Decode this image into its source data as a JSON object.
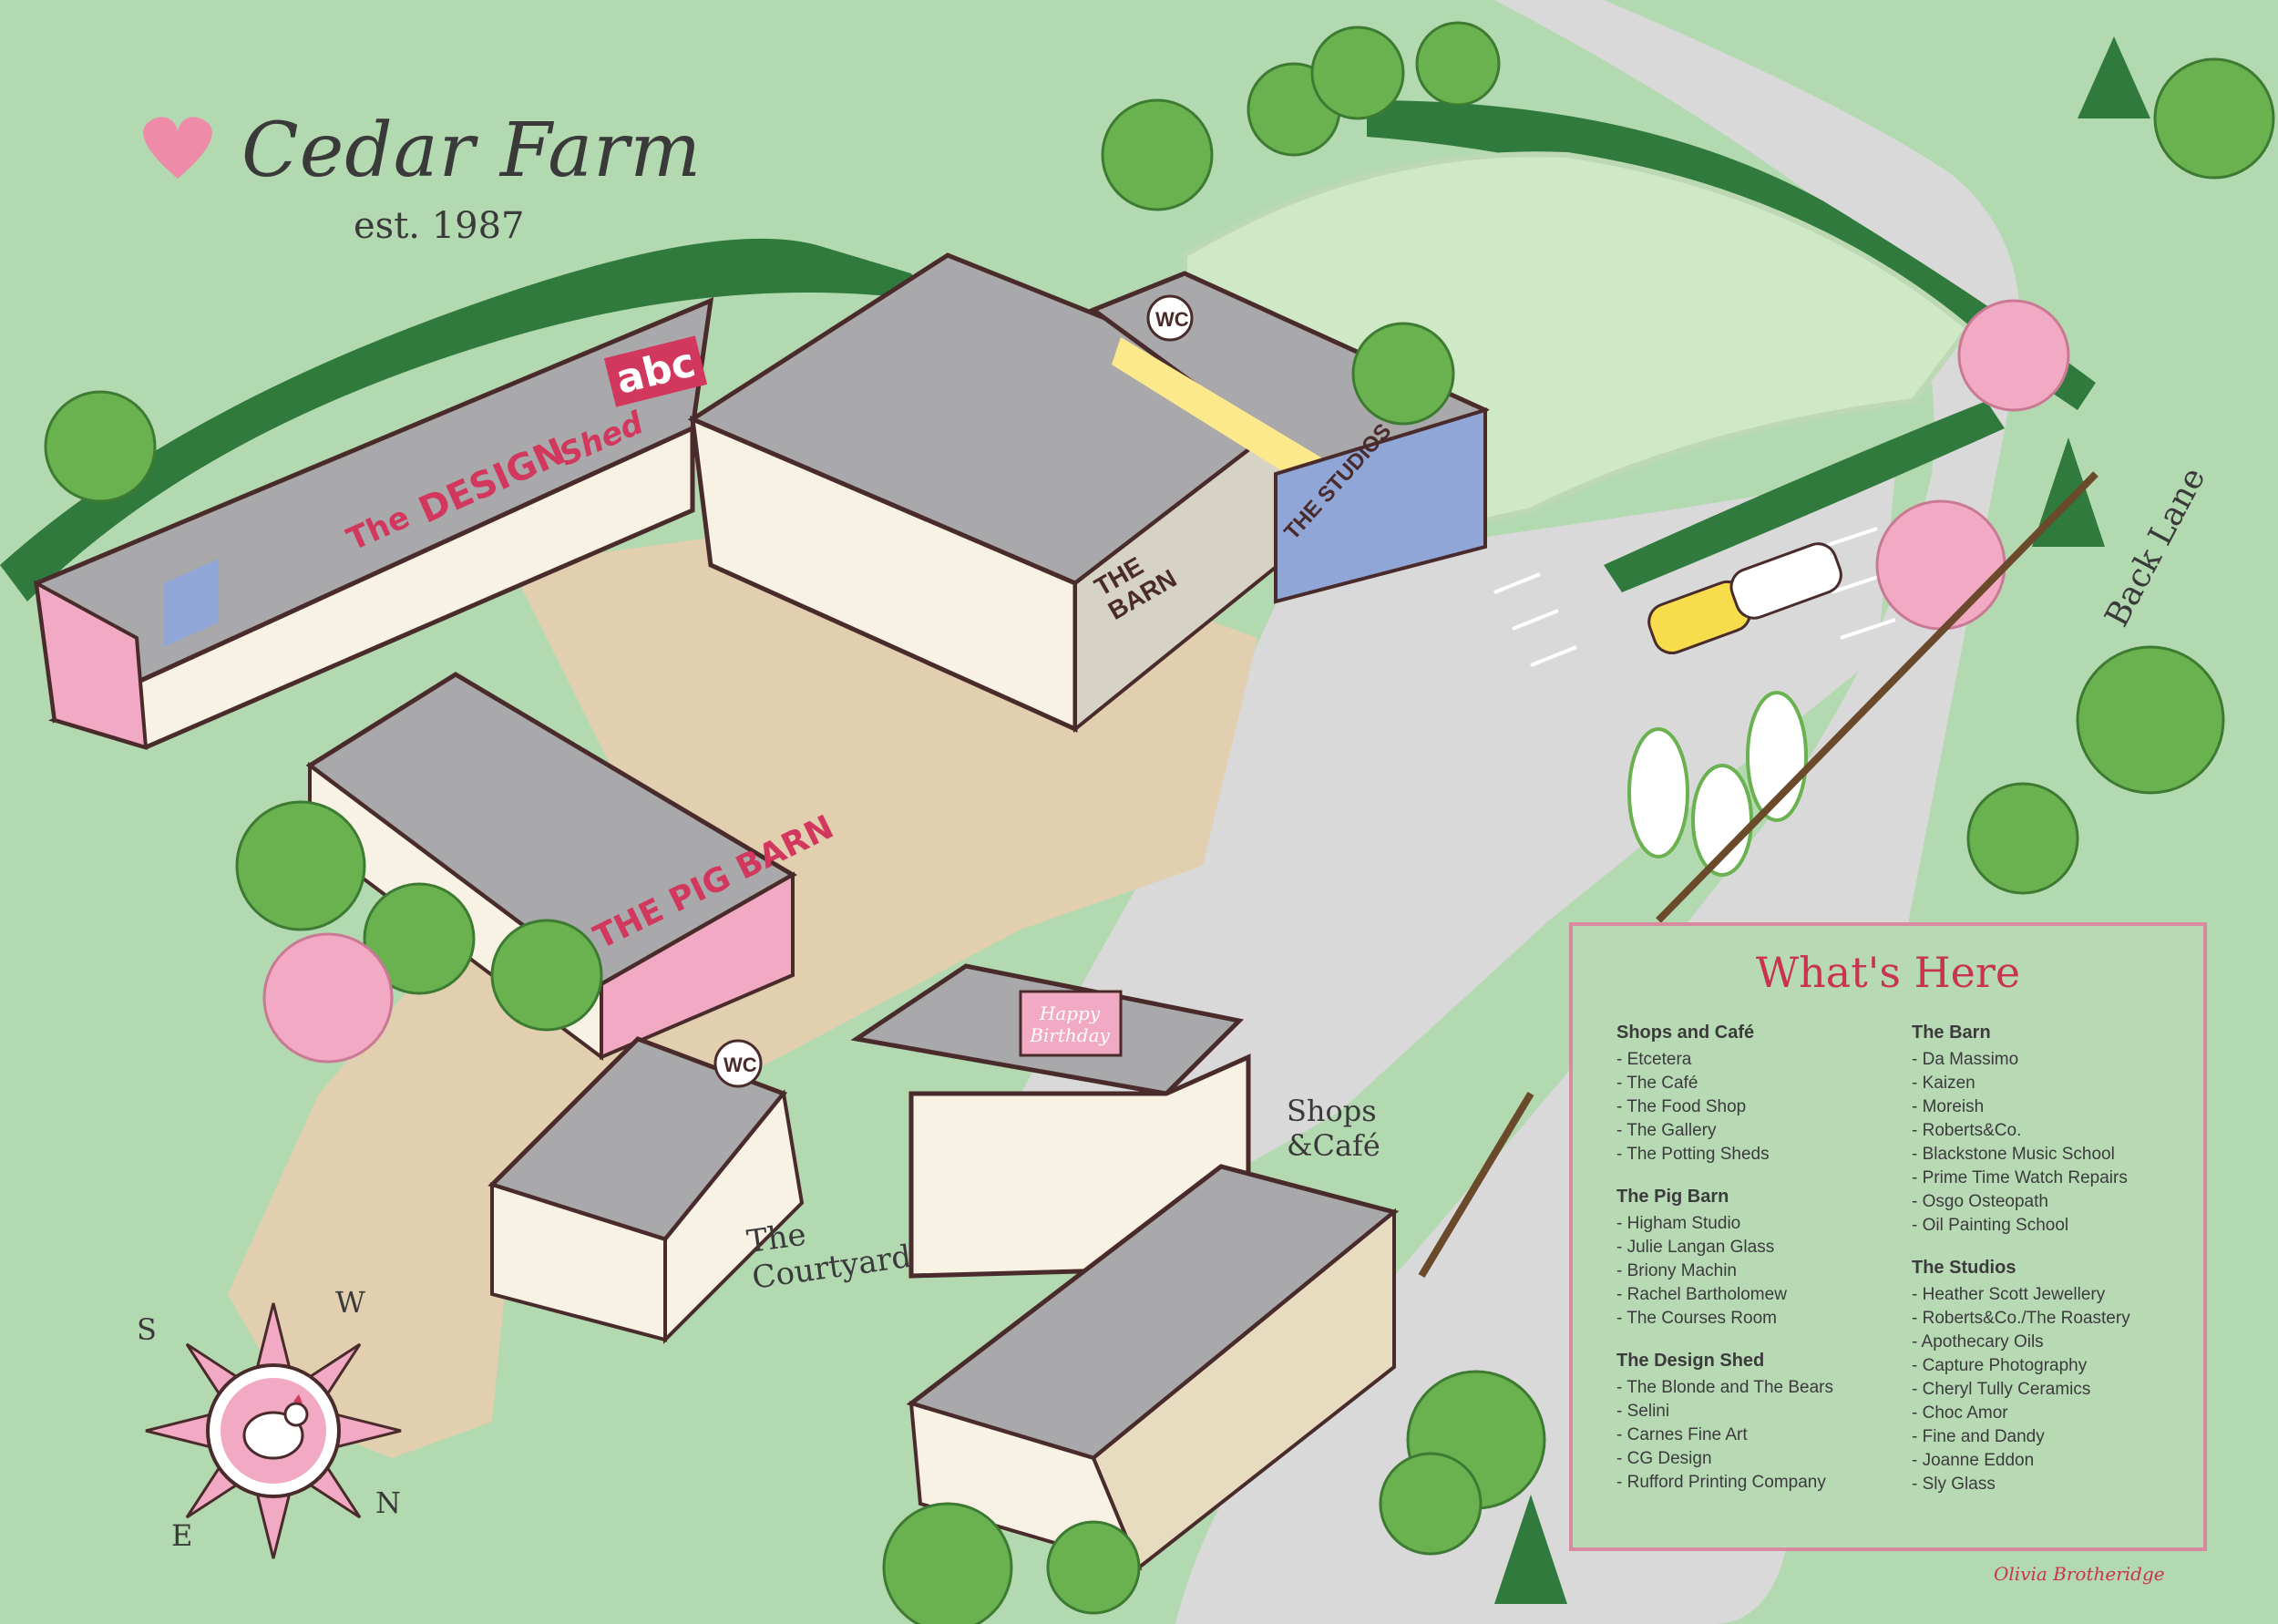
{
  "header": {
    "title": "Cedar Farm",
    "established": "est. 1987"
  },
  "map_labels": {
    "design_shed_prefix": "The",
    "design_shed": "DESIGN",
    "design_shed_suffix": "Shed",
    "barn": "THE BARN",
    "studios": "THE STUDIOS",
    "pig_barn": "THE PIG BARN",
    "wc": "WC",
    "courtyard": "The Courtyard",
    "shops_cafe": "Shops &Café",
    "back_lane": "Back Lane",
    "abc_sign": "abc",
    "birthday_sign": "Happy Birthday"
  },
  "legend": {
    "title": "What's Here",
    "columns": [
      [
        {
          "heading": "Shops and Café",
          "items": [
            "- Etcetera",
            "- The Café",
            "- The Food Shop",
            "- The Gallery",
            "- The Potting Sheds"
          ]
        },
        {
          "heading": "The Pig Barn",
          "items": [
            "- Higham Studio",
            "- Julie Langan Glass",
            "- Briony Machin",
            "- Rachel Bartholomew",
            "- The Courses Room"
          ]
        },
        {
          "heading": "The Design Shed",
          "items": [
            "- The Blonde and The Bears",
            "- Selini",
            "- Carnes Fine Art",
            "- CG Design",
            "- Rufford Printing Company"
          ]
        }
      ],
      [
        {
          "heading": "The Barn",
          "items": [
            "- Da Massimo",
            "- Kaizen",
            "- Moreish",
            "- Roberts&Co.",
            "- Blackstone Music School",
            "- Prime Time Watch Repairs",
            "- Osgo Osteopath",
            "- Oil Painting School"
          ]
        },
        {
          "heading": "The Studios",
          "items": [
            "- Heather Scott Jewellery",
            "- Roberts&Co./The Roastery",
            "- Apothecary Oils",
            "- Capture Photography",
            "- Cheryl Tully Ceramics",
            "- Choc Amor",
            "- Fine and Dandy",
            "- Joanne Eddon",
            "- Sly Glass"
          ]
        }
      ]
    ]
  },
  "compass": {
    "north": "N",
    "south": "S",
    "east": "E",
    "west": "W"
  },
  "signature": "Olivia Brotheridge",
  "colors": {
    "grass": "#b3d9b1",
    "road": "#d9d9d9",
    "roof": "#a9a9ab",
    "wall": "#f7f2e4",
    "accent_pink": "#d2385e",
    "window_blue": "#8fa6d6",
    "gravel": "#e2cfaf",
    "tree_green": "#6ab150",
    "hedge": "#2f7a3c",
    "blossom": "#f2a9c4"
  },
  "icons": [
    "heart-icon",
    "compass-rose-icon",
    "chicken-icon"
  ]
}
